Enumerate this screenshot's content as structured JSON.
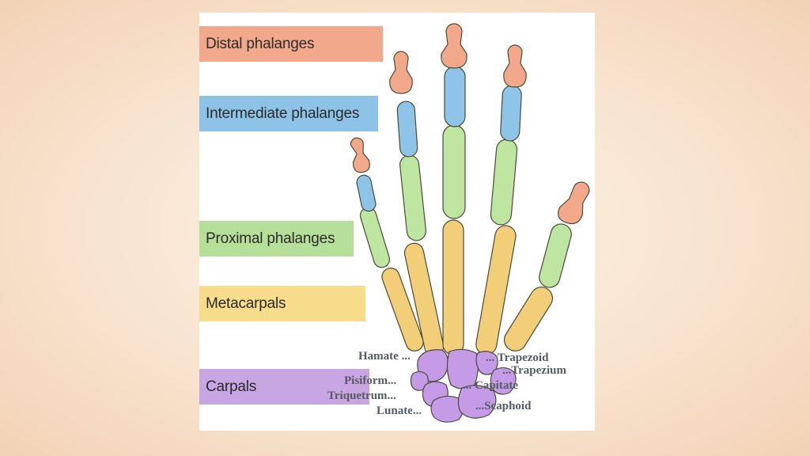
{
  "categories": {
    "distal": {
      "label": "Distal phalanges",
      "color": "#f2a98b"
    },
    "intermediate": {
      "label": "Intermediate phalanges",
      "color": "#8dc3e6"
    },
    "proximal": {
      "label": "Proximal phalanges",
      "color": "#b6e09a"
    },
    "metacarpals": {
      "label": "Metacarpals",
      "color": "#f7dc8c"
    },
    "carpals": {
      "label": "Carpals",
      "color": "#c8a6e4"
    }
  },
  "carpal_bones": {
    "hamate": "Hamate ...",
    "pisiform": "Pisiform...",
    "triquetrum": "Triquetrum...",
    "lunate": "Lunate...",
    "trapezoid": "... Trapezoid",
    "trapezium": "...Trapezium",
    "capitate": "... Capitate",
    "scaphoid": "...Scaphoid"
  },
  "bone_colors": {
    "outline": "#4a4a3a",
    "distal": "#f2a98b",
    "intermediate": "#8ec4e8",
    "proximal": "#bfe6a0",
    "metacarpal": "#f2ce78",
    "carpal": "#c59be8"
  }
}
